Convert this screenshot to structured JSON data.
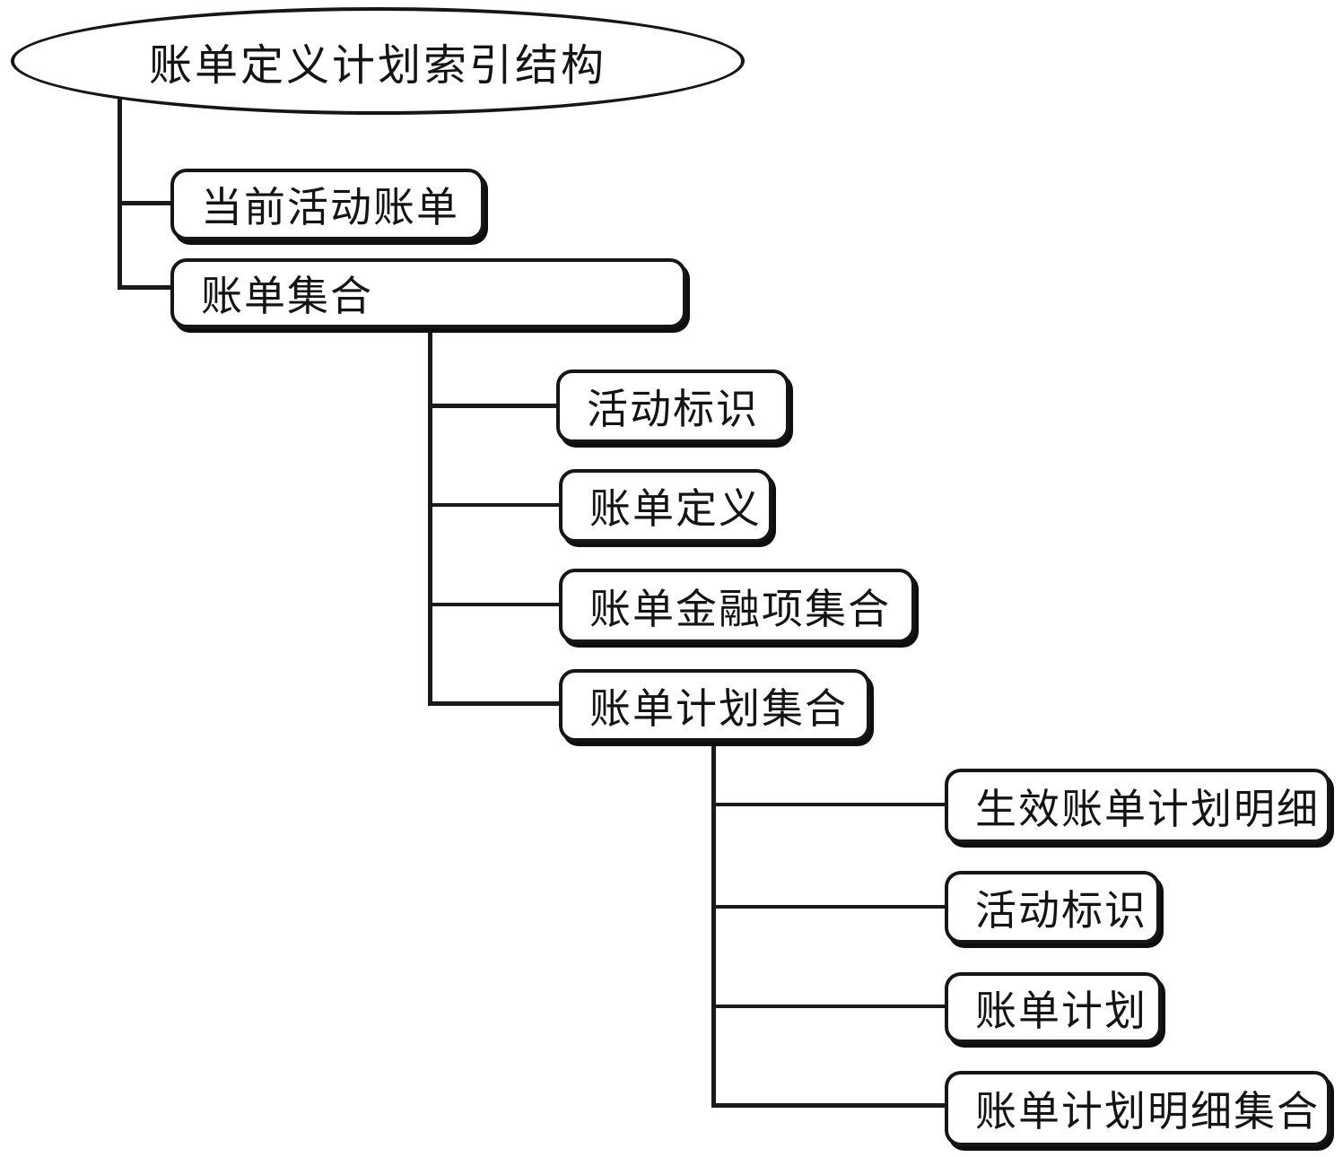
{
  "tree": {
    "root": {
      "label": "账单定义计划索引结构",
      "children": [
        {
          "label": "当前活动账单",
          "children": []
        },
        {
          "label": "账单集合",
          "children": [
            {
              "label": "活动标识"
            },
            {
              "label": "账单定义"
            },
            {
              "label": "账单金融项集合"
            },
            {
              "label": "账单计划集合",
              "children": [
                {
                  "label": "生效账单计划明细"
                },
                {
                  "label": "活动标识"
                },
                {
                  "label": "账单计划"
                },
                {
                  "label": "账单计划明细集合"
                }
              ]
            }
          ]
        }
      ]
    }
  },
  "colors": {
    "line": "#1a1a1a",
    "node_border": "#161616",
    "node_background": "#ffffff",
    "text": "#141414",
    "page_background": "#ffffff"
  }
}
